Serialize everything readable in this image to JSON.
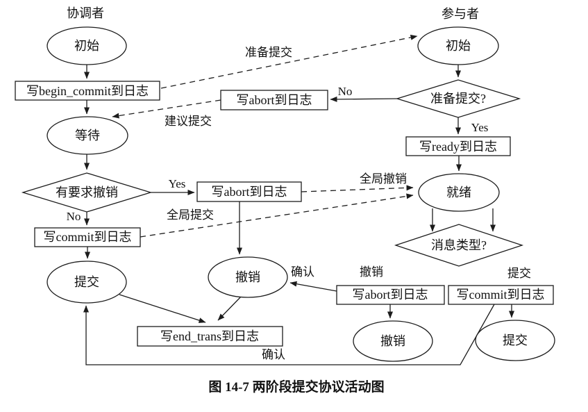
{
  "diagram": {
    "caption": "图 14-7  两阶段提交协议活动图",
    "ink_color": "#1c1c1c",
    "background_color": "#ffffff",
    "lanes": {
      "coordinator": "协调者",
      "participant": "参与者"
    },
    "nodes": {
      "coord_initial": "初始",
      "coord_begin_commit": "写begin_commit到日志",
      "coord_wait": "等待",
      "coord_abort_request": "有要求撤销",
      "coord_write_commit": "写commit到日志",
      "coord_commit": "提交",
      "coord_write_abort": "写abort到日志",
      "coord_abort": "撤销",
      "coord_end_trans": "写end_trans到日志",
      "part_initial": "初始",
      "part_prepare_commit": "准备提交?",
      "part_write_abort_top": "写abort到日志",
      "part_write_ready": "写ready到日志",
      "part_ready": "就绪",
      "part_msg_type": "消息类型?",
      "part_write_abort": "写abort到日志",
      "part_write_commit": "写commit到日志",
      "part_abort": "撤销",
      "part_commit": "提交"
    },
    "edge_labels": {
      "prepare_commit": "准备提交",
      "vote_commit": "建议提交",
      "no_top": "No",
      "yes_right": "Yes",
      "global_abort": "全局撤销",
      "yes_left": "Yes",
      "global_commit": "全局提交",
      "no_left": "No",
      "abort_branch": "撤销",
      "commit_branch": "提交",
      "ack_right": "确认",
      "ack_bottom": "确认"
    }
  }
}
